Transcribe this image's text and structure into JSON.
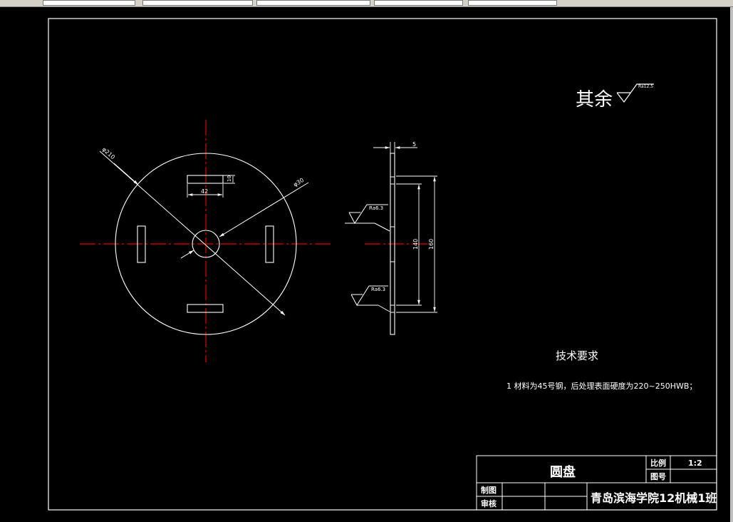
{
  "drawing": {
    "roughness_note_prefix": "其余",
    "roughness_default": "Ra12.5",
    "roughness_face": "Ra6.3",
    "dim_outer": "φ210",
    "dim_center": "φ30",
    "dim_slot_length": "42",
    "dim_slot_width": "10",
    "dim_thickness": "5",
    "dim_140": "140",
    "dim_160": "160",
    "tech_title": "技术要求",
    "tech_line1": "1 材料为45号钢，后处理表面硬度为220~250HWB；"
  },
  "title_block": {
    "part_name": "圆盘",
    "scale_label": "比例",
    "scale_value": "1:2",
    "drawing_no_label": "图号",
    "drawn_by_label": "制图",
    "checked_by_label": "审核",
    "organization": "青岛滨海学院12机械1班"
  }
}
